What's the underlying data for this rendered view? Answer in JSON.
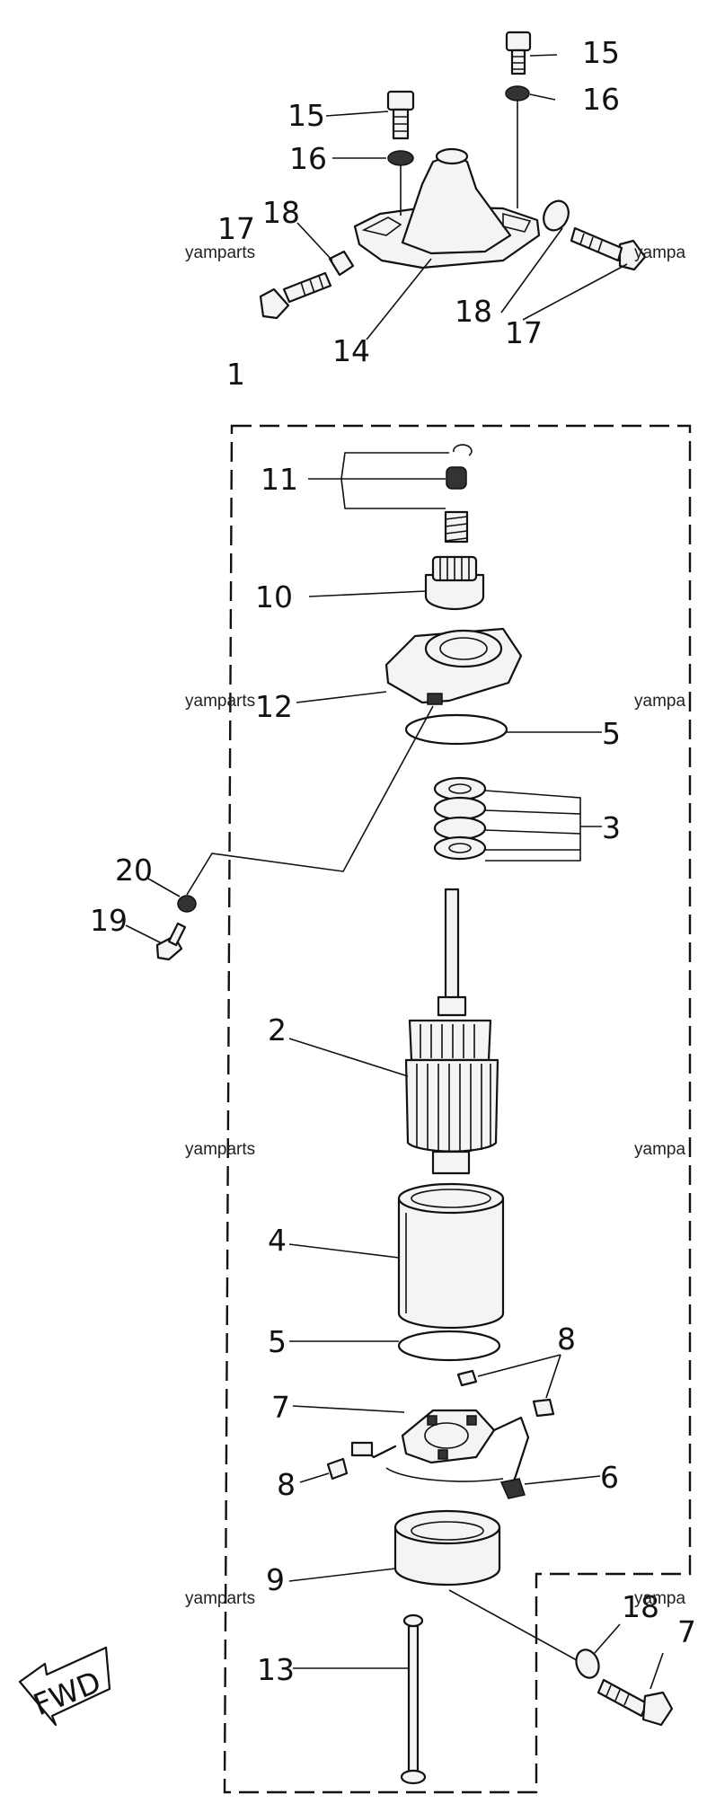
{
  "title": "",
  "watermark": "yamparts",
  "watermark_clipped": "yampa",
  "direction_tag": "FWD",
  "callouts": {
    "c15a": "15",
    "c16a": "16",
    "c15b": "15",
    "c16b": "16",
    "c18a": "18",
    "c17a": "17",
    "c14": "14",
    "c18b": "18",
    "c17b": "17",
    "c1": "1",
    "c11": "11",
    "c10": "10",
    "c12": "12",
    "c5a": "5",
    "c3": "3",
    "c20": "20",
    "c19": "19",
    "c2": "2",
    "c4": "4",
    "c5b": "5",
    "c8a": "8",
    "c7": "7",
    "c6": "6",
    "c8b": "8",
    "c9": "9",
    "c13": "13",
    "c18c": "18",
    "c17c": "7"
  },
  "parts": [
    {
      "ref": "1",
      "item": "starter-motor-assembly"
    },
    {
      "ref": "2",
      "item": "armature"
    },
    {
      "ref": "3",
      "item": "brake-springs"
    },
    {
      "ref": "4",
      "item": "yoke"
    },
    {
      "ref": "5",
      "item": "o-ring"
    },
    {
      "ref": "6",
      "item": "brush-holder-lead"
    },
    {
      "ref": "7",
      "item": "brush-holder-plate"
    },
    {
      "ref": "8",
      "item": "brush"
    },
    {
      "ref": "9",
      "item": "lower-end-cap"
    },
    {
      "ref": "10",
      "item": "pinion"
    },
    {
      "ref": "11",
      "item": "stopper-clip-spring-set"
    },
    {
      "ref": "12",
      "item": "upper-bracket"
    },
    {
      "ref": "13",
      "item": "through-bolt"
    },
    {
      "ref": "14",
      "item": "starter-cover"
    },
    {
      "ref": "15",
      "item": "bolt"
    },
    {
      "ref": "16",
      "item": "washer"
    },
    {
      "ref": "17",
      "item": "bolt"
    },
    {
      "ref": "18",
      "item": "grommet"
    },
    {
      "ref": "19",
      "item": "screw"
    },
    {
      "ref": "20",
      "item": "washer"
    }
  ]
}
